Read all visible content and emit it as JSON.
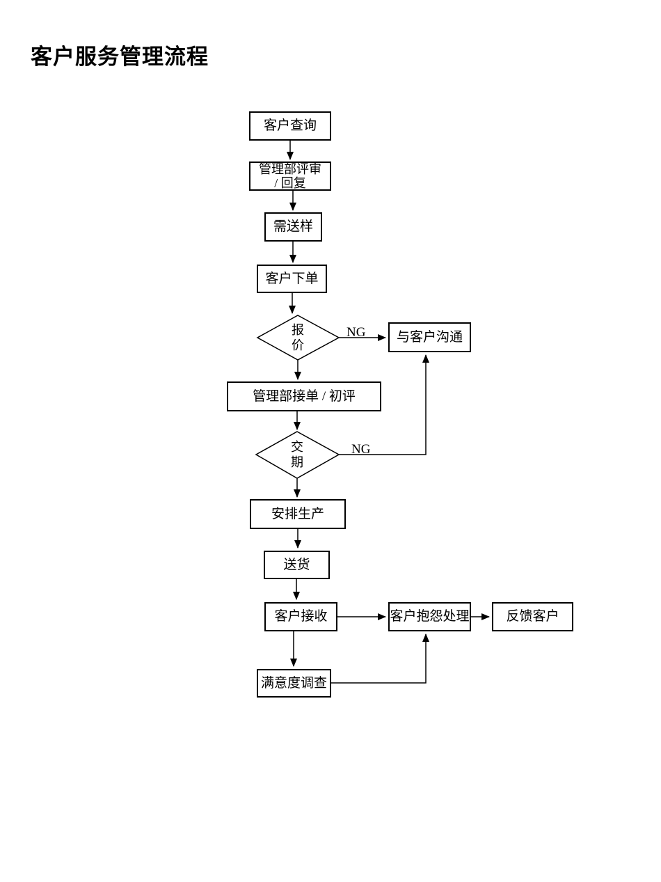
{
  "page": {
    "title": "客户服务管理流程",
    "background": "#ffffff"
  },
  "flowchart": {
    "colors": {
      "stroke": "#000000",
      "node_fill": "#ffffff",
      "text": "#000000"
    },
    "nodes": {
      "customer_inquiry": {
        "label": "客户查询",
        "type": "process"
      },
      "mgmt_review": {
        "label": "管理部评审\n/ 回复",
        "type": "process"
      },
      "need_sample": {
        "label": "需送样",
        "type": "process"
      },
      "customer_order": {
        "label": "客户下单",
        "type": "process"
      },
      "quote_decision": {
        "label": "报\n价",
        "type": "decision"
      },
      "communicate_with_customer": {
        "label": "与客户沟通",
        "type": "process"
      },
      "mgmt_accept_order": {
        "label": "管理部接单 / 初评",
        "type": "process"
      },
      "delivery_date_decision": {
        "label": "交\n期",
        "type": "decision"
      },
      "arrange_production": {
        "label": "安排生产",
        "type": "process"
      },
      "deliver_goods": {
        "label": "送货",
        "type": "process"
      },
      "customer_receive": {
        "label": "客户接收",
        "type": "process"
      },
      "complaint_handling": {
        "label": "客户抱怨处理",
        "type": "process"
      },
      "feedback_customer": {
        "label": "反馈客户",
        "type": "process"
      },
      "satisfaction_survey": {
        "label": "满意度调查",
        "type": "process"
      }
    },
    "edge_labels": {
      "quote_ng": "NG",
      "delivery_ng": "NG"
    }
  }
}
